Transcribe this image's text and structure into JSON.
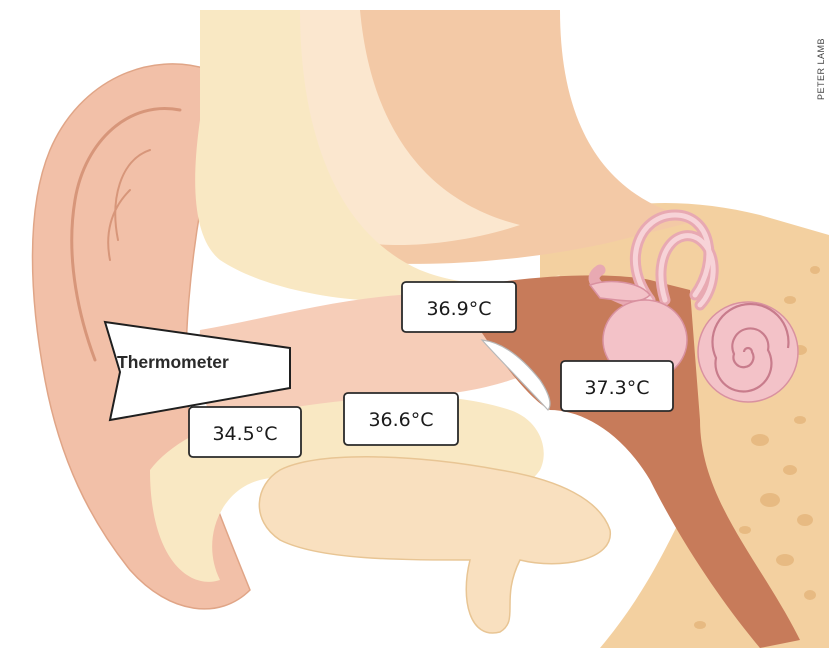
{
  "diagram": {
    "device_label": "Thermometer",
    "temperatures": {
      "ear_canal_entrance": "34.5°C",
      "ear_canal_middle": "36.6°C",
      "eardrum_upper": "36.9°C",
      "inner_ear": "37.3°C"
    },
    "credit": "PETER LAMB"
  },
  "colors": {
    "skin_pink": "#f2c0a8",
    "canal_pink": "#f6cdb8",
    "cartilage_cream": "#f9e8c3",
    "bone_tan": "#f3d0a0",
    "middle_ear_brown": "#c77b5a",
    "cochlea_pink": "#f3c2c8",
    "label_border": "#2a2a2a"
  }
}
